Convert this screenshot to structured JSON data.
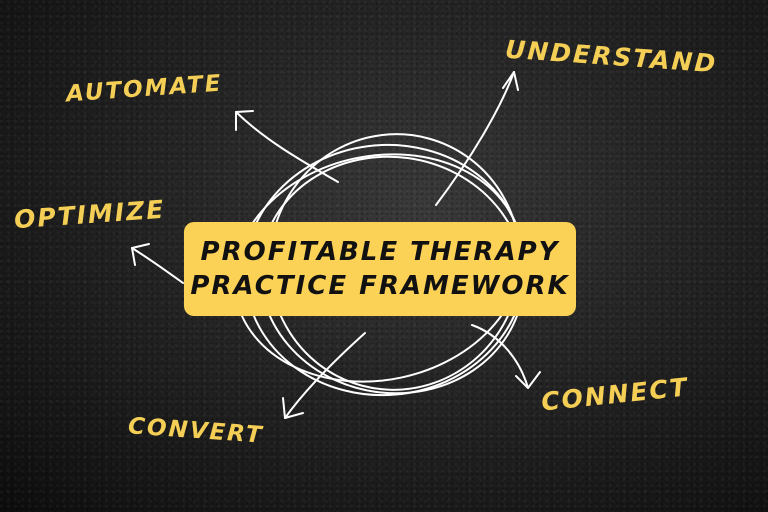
{
  "diagram": {
    "title_line1": "PROFITABLE THERAPY",
    "title_line2": "PRACTICE FRAMEWORK",
    "nodes": [
      {
        "label": "UNDERSTAND"
      },
      {
        "label": "AUTOMATE"
      },
      {
        "label": "OPTIMIZE"
      },
      {
        "label": "CONVERT"
      },
      {
        "label": "CONNECT"
      }
    ]
  },
  "colors": {
    "accent_yellow": "#fcd256",
    "label_yellow": "#f5cf55",
    "background": "#1e1e1e",
    "line_white": "#ffffff"
  }
}
